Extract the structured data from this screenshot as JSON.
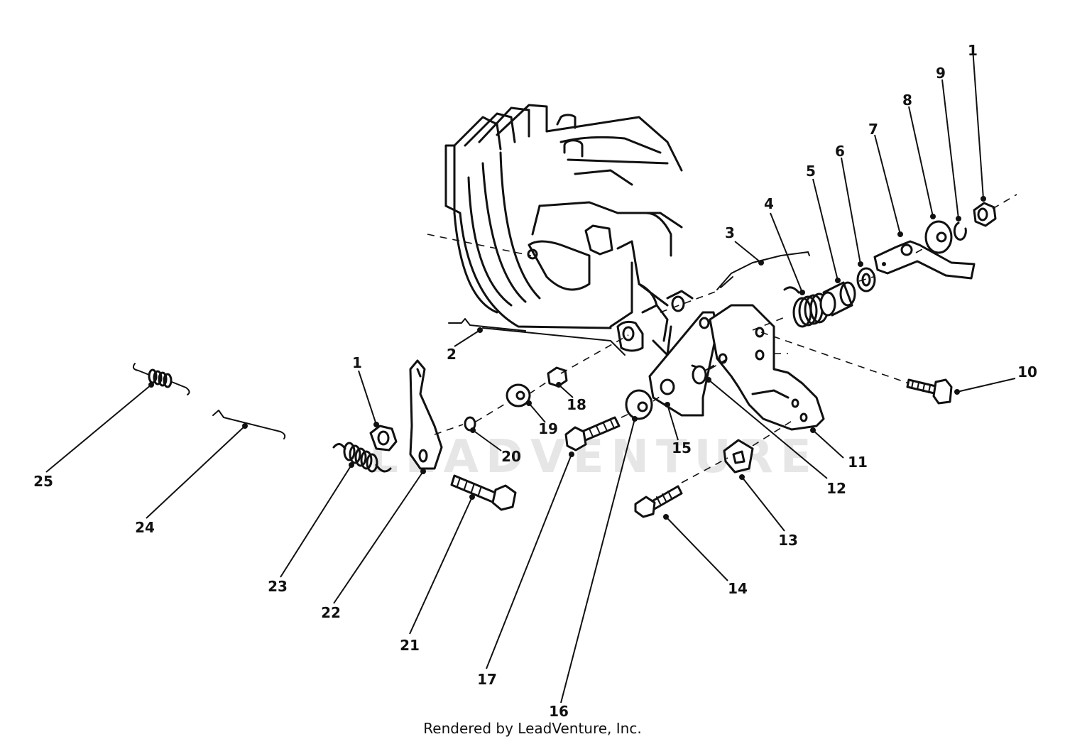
{
  "footer": "Rendered by LeadVenture, Inc.",
  "watermark": "LEADVENTURE",
  "callouts": [
    "1",
    "2",
    "3",
    "4",
    "5",
    "6",
    "7",
    "8",
    "9",
    "1",
    "10",
    "11",
    "12",
    "13",
    "14",
    "15",
    "16",
    "17",
    "18",
    "19",
    "20",
    "21",
    "22",
    "23",
    "24",
    "25"
  ]
}
